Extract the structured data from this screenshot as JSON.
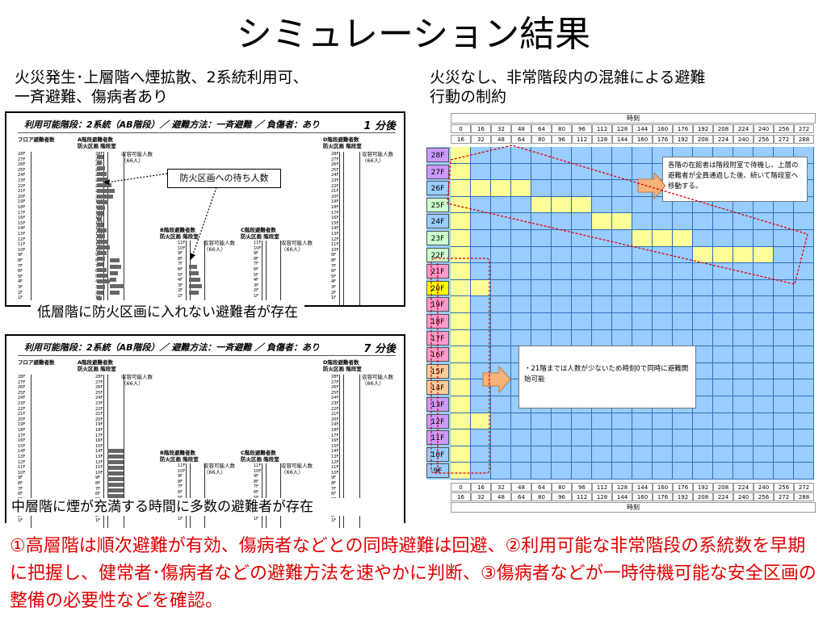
{
  "title": "シミュレーション結果",
  "left_heading": [
    "火災発生･上層階へ煙拡散、2系統利用可、",
    "一斉避難、傷病者あり"
  ],
  "right_heading": [
    "火災なし、非常階段内の混雑による避難",
    "行動の制約"
  ],
  "panel_top": {
    "header": "利用可能階段：2系統（AB階段）／ 避難方法：一斉避難 ／ 負傷者：あり",
    "time": "1 分後",
    "callout": "防火区画への待ち人数",
    "caption": "低層階に防火区画に入れない避難者が存在"
  },
  "panel_bottom": {
    "header": "利用可能階段：2系統（AB階段）／ 避難方法：一斉避難 ／ 負傷者：あり",
    "time": "7 分後",
    "caption": "中層階に煙が充満する時間に多数の避難者が存在"
  },
  "panel_labels": {
    "floor_count": "フロア避難者数",
    "a_stair": "A階段避難者数\n防火区画 階段室",
    "b_stair": "B階段避難者数\n防火区画 階段室",
    "c_stair": "C階段避難者数\n防火区画 階段室",
    "d_stair": "D階段避難者数\n防火区画 階段室",
    "capacity": "収容可能人数\n（66人）"
  },
  "floors_small": [
    "28F",
    "27F",
    "26F",
    "25F",
    "24F",
    "23F",
    "22F",
    "21F",
    "20F",
    "19F",
    "18F",
    "17F",
    "16F",
    "15F",
    "14F",
    "13F",
    "12F",
    "11F",
    "10F",
    "9F",
    "8F",
    "7F",
    "6F",
    "5F",
    "4F",
    "3F",
    "2F",
    "1F"
  ],
  "grid": {
    "time_label": "時刻",
    "time_start": [
      "0",
      "16",
      "32",
      "48",
      "64",
      "80",
      "96",
      "112",
      "128",
      "144",
      "160",
      "176",
      "192",
      "208",
      "224",
      "240",
      "256",
      "272"
    ],
    "time_end": [
      "16",
      "32",
      "48",
      "64",
      "80",
      "96",
      "112",
      "128",
      "144",
      "160",
      "176",
      "192",
      "208",
      "224",
      "240",
      "256",
      "272",
      "288"
    ],
    "floors": [
      "28F",
      "27F",
      "26F",
      "25F",
      "24F",
      "23F",
      "22F",
      "21F",
      "20F",
      "19F",
      "18F",
      "17F",
      "16F",
      "15F",
      "14F",
      "13F",
      "12F",
      "11F",
      "10F",
      "9F"
    ],
    "floor_colors": [
      "#cc99ff",
      "#cc99ff",
      "#99ccff",
      "#ccffcc",
      "#99ccff",
      "#ccffcc",
      "#ccffcc",
      "#ff99cc",
      "#ffff00",
      "#ff99cc",
      "#ff99cc",
      "#ff99cc",
      "#ff99cc",
      "#ffcc99",
      "#ffcc99",
      "#cc99ff",
      "#cc99ff",
      "#cc99ff",
      "#99ccff",
      "#99ccff"
    ],
    "occupied": [
      [
        1
      ],
      [
        1
      ],
      [
        1,
        2,
        3,
        4
      ],
      [
        1,
        5,
        6,
        7
      ],
      [
        1,
        8,
        9
      ],
      [
        1,
        10,
        11,
        12
      ],
      [
        1,
        13,
        14,
        15,
        16
      ],
      [
        1
      ],
      [
        1,
        2
      ],
      [
        1
      ],
      [
        1
      ],
      [
        1
      ],
      [
        1
      ],
      [
        1
      ],
      [
        1
      ],
      [
        1
      ],
      [
        1,
        2
      ],
      [
        1
      ],
      [
        1
      ],
      [
        1
      ]
    ],
    "note_top": "各階の在館者は階段附室で待機し、上層の避難者が全員通過した後、続いて階段室へ移動する。",
    "note_mid": "・21階までは人数が少ないため時刻0で同時に避難開始可能"
  },
  "conclusion": "①高層階は順次避難が有効、傷病者などとの同時避難は回避、②利用可能な非常階段の系統数を早期に把握し、健常者･傷病者などの避難方法を速やかに判断、③傷病者などが一時待機可能な安全区画の整備の必要性などを確認。",
  "colors": {
    "grid_bg": "#99ccff",
    "cell": "#ffff99",
    "arrow": "#f7b27a",
    "dash": "#e00000",
    "conclusion": "#e00000"
  }
}
